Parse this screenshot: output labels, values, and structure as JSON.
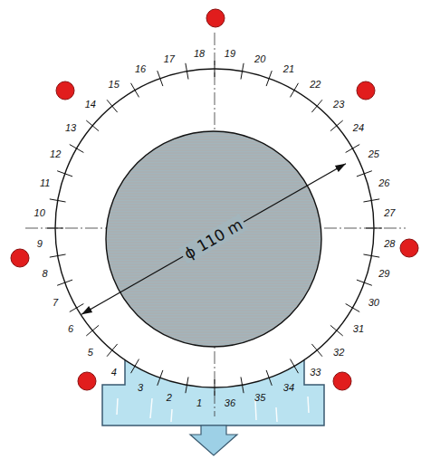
{
  "diagram": {
    "nodes": [
      {
        "text": [
          "ϕ 110 m"
        ]
      }
    ],
    "labels": [
      "1",
      "2",
      "3",
      "4",
      "5",
      "6",
      "7",
      "8",
      "9",
      "10",
      "11",
      "12",
      "13",
      "14",
      "15",
      "16",
      "17",
      "18",
      "19",
      "20",
      "21",
      "22",
      "23",
      "24",
      "25",
      "26",
      "27",
      "28",
      "29",
      "30",
      "31",
      "32",
      "33",
      "34",
      "35",
      "36"
    ]
  }
}
